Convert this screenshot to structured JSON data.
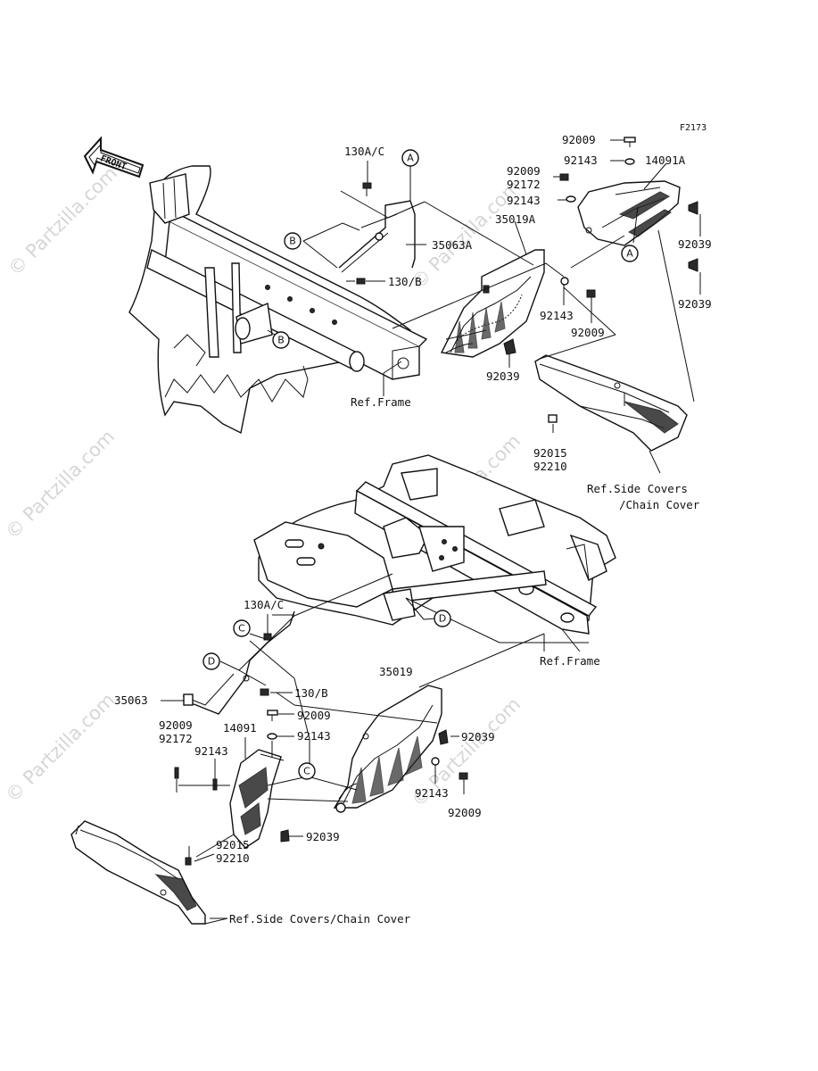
{
  "figure_code": "F2173",
  "front_arrow_label": "FRONT",
  "watermark": {
    "text": "© Partzilla.com"
  },
  "top_assembly": {
    "labels": {
      "bolt_130ac": "130A/C",
      "bolt_130b": "130/B",
      "bracket_35063a": "35063A",
      "cover_35019a": "35019A",
      "cover_14091a": "14091A",
      "bolt_92009_top": "92009",
      "washer_92143_top": "92143",
      "bolt_92009_b": "92009",
      "bolt_92172": "92172",
      "washer_92143_b": "92143",
      "clip_92039_r1": "92039",
      "clip_92039_r2": "92039",
      "washer_92143_c": "92143",
      "bolt_92009_c": "92009",
      "clip_92039_l": "92039",
      "nut_92015": "92015",
      "nut_92210": "92210",
      "ref_frame": "Ref.Frame",
      "ref_side_covers_1": "Ref.Side Covers",
      "ref_side_covers_2": "/Chain Cover"
    },
    "callouts": {
      "a1": "A",
      "a2": "A",
      "b1": "B",
      "b2": "B"
    }
  },
  "bottom_assembly": {
    "labels": {
      "bolt_130ac": "130A/C",
      "bolt_130b": "130/B",
      "bracket_35063": "35063",
      "cover_35019": "35019",
      "cover_14091": "14091",
      "bolt_92009_a": "92009",
      "bolt_92172": "92172",
      "washer_92143_a": "92143",
      "bolt_92009_b": "92009",
      "washer_92143_b": "92143",
      "clip_92039_a": "92039",
      "washer_92143_c": "92143",
      "bolt_92009_c": "92009",
      "clip_92039_b": "92039",
      "nut_92015": "92015",
      "nut_92210": "92210",
      "ref_frame": "Ref.Frame",
      "ref_side_covers": "Ref.Side Covers/Chain Cover"
    },
    "callouts": {
      "c1": "C",
      "c2": "C",
      "d1": "D",
      "d2": "D"
    }
  }
}
